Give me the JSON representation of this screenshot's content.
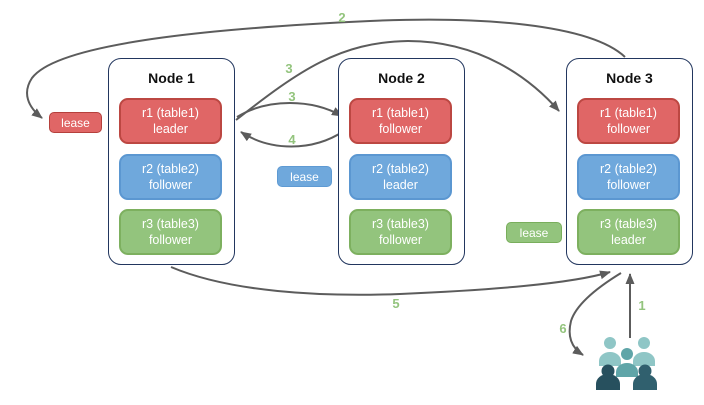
{
  "nodes": [
    {
      "title": "Node 1",
      "replicas": [
        {
          "name": "r1 (table1)",
          "role": "leader",
          "color": "red"
        },
        {
          "name": "r2 (table2)",
          "role": "follower",
          "color": "blue"
        },
        {
          "name": "r3 (table3)",
          "role": "follower",
          "color": "green"
        }
      ]
    },
    {
      "title": "Node 2",
      "replicas": [
        {
          "name": "r1 (table1)",
          "role": "follower",
          "color": "red"
        },
        {
          "name": "r2 (table2)",
          "role": "leader",
          "color": "blue"
        },
        {
          "name": "r3 (table3)",
          "role": "follower",
          "color": "green"
        }
      ]
    },
    {
      "title": "Node 3",
      "replicas": [
        {
          "name": "r1 (table1)",
          "role": "follower",
          "color": "red"
        },
        {
          "name": "r2 (table2)",
          "role": "follower",
          "color": "blue"
        },
        {
          "name": "r3 (table3)",
          "role": "leader",
          "color": "green"
        }
      ]
    }
  ],
  "leases": [
    {
      "label": "lease",
      "color": "#E06666",
      "association": "table1"
    },
    {
      "label": "lease",
      "color": "#6FA8DC",
      "association": "table2"
    },
    {
      "label": "lease",
      "color": "#93C47D",
      "association": "table3"
    }
  ],
  "steps": {
    "s1": "1",
    "s2": "2",
    "s3a": "3",
    "s3b": "3",
    "s4": "4",
    "s5": "5",
    "s6": "6"
  },
  "colors": {
    "replica_red": "#E06666",
    "replica_blue": "#6FA8DC",
    "replica_green": "#93C47D",
    "node_border": "#22365E",
    "arrow": "#5C5C5C",
    "step_label": "#93C47D",
    "people_light": "#8FC6C6",
    "people_mid": "#5FA5A8",
    "people_dark": "#2B5361"
  }
}
